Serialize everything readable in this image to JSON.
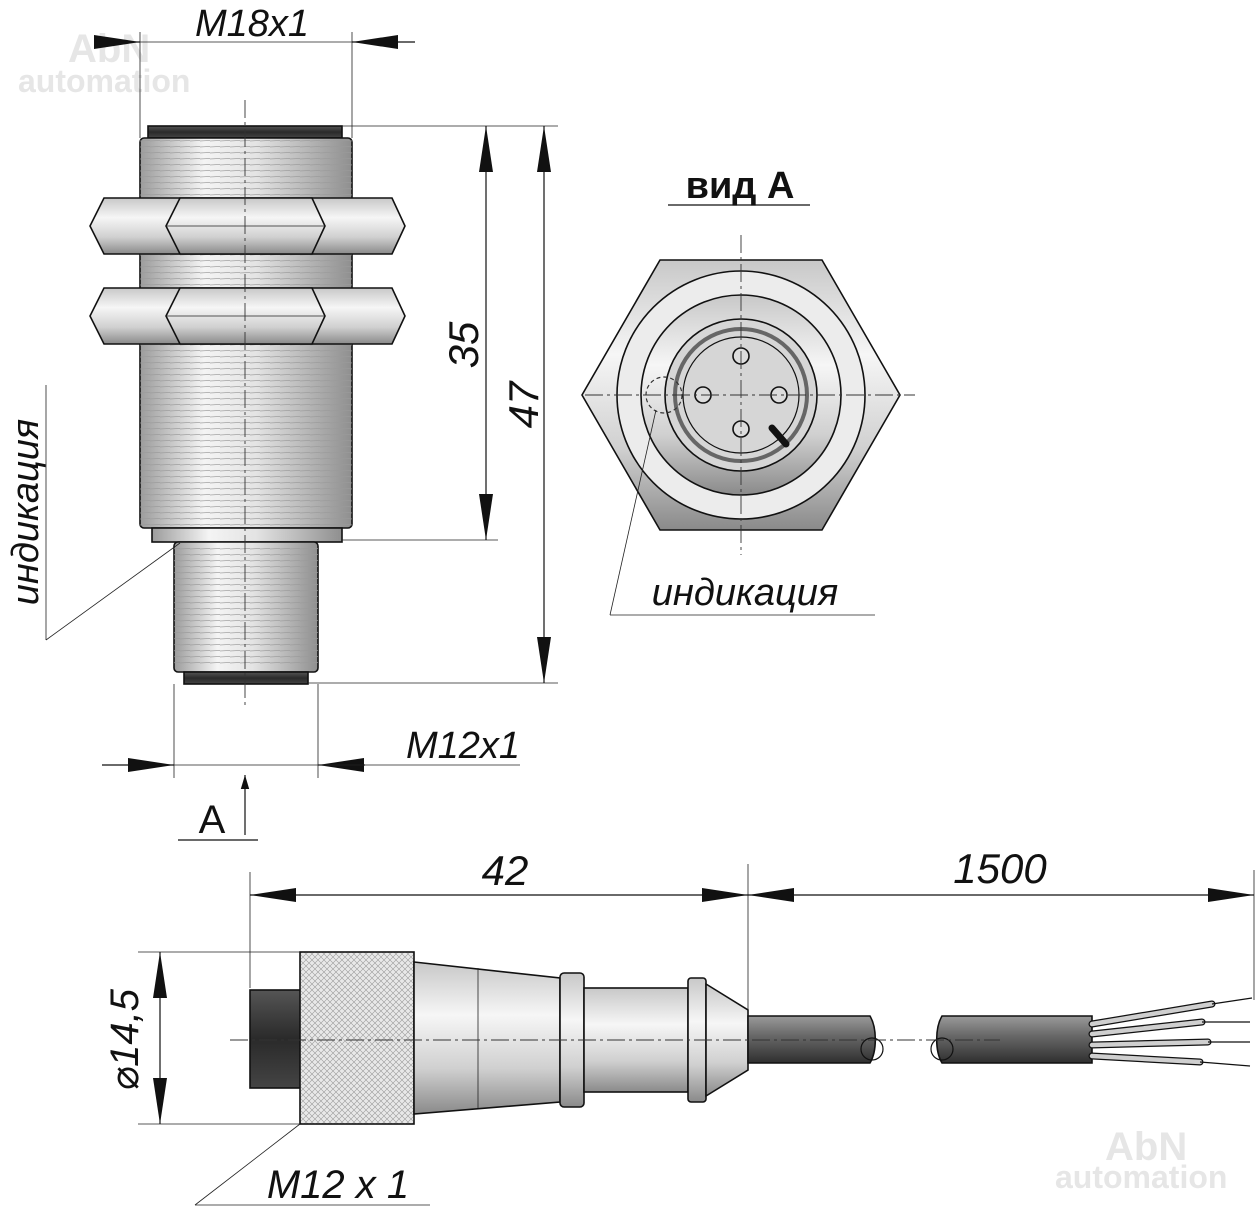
{
  "watermark": {
    "brand": "AbN",
    "tagline": "automation"
  },
  "sensor": {
    "thread_label": "M18x1",
    "length_35": "35",
    "length_47": "47",
    "connector_thread_label": "M12x1",
    "indication_label": "индикация",
    "view_arrow_label": "A"
  },
  "view_a": {
    "title": "вид А",
    "indication_label": "индикация"
  },
  "cable": {
    "length_42": "42",
    "length_1500": "1500",
    "diameter_label": "⌀14,5",
    "thread_label": "M12 x 1"
  },
  "colors": {
    "line": "#111111",
    "metal_light": "#f2f2f2",
    "metal_dark": "#9a9a9a",
    "cable": "#555555"
  }
}
